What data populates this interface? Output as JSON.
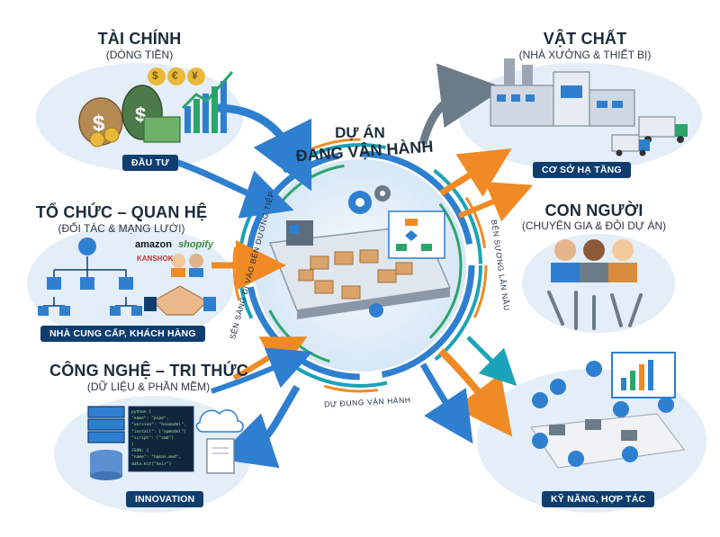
{
  "center": {
    "line1": "DỰ ÁN",
    "line2": "ĐANG VẬN HÀNH"
  },
  "cycle_labels": {
    "left": "SẼN SÀNG ĐI VÀO BÊN DƯỜNG TIẾP",
    "right": "BÊN SƯƠNG LÂN NẦU",
    "bottom": "DỰ ĐUNG VẬN HÀNH"
  },
  "sections": {
    "finance": {
      "title": "TÀI CHÍNH",
      "subtitle": "(DÒNG TIỀN)",
      "badge": "ĐẦU TƯ"
    },
    "organization": {
      "title": "TỔ CHỨC – QUAN HỆ",
      "subtitle": "(ĐỐI TÁC & MẠNG LƯỚI)",
      "badge": "NHÀ CUNG CẤP, KHÁCH HÀNG",
      "logos": [
        "amazon",
        "shopify",
        "KANSHOK"
      ]
    },
    "technology": {
      "title": "CÔNG NGHỆ – TRI THỨC",
      "subtitle": "(DỮ LIỆU & PHẦN MỀM)",
      "badge": "INNOVATION"
    },
    "material": {
      "title": "VẬT CHẤT",
      "subtitle": "(NHÀ XƯỞNG & THIẾT BỊ)",
      "badge": "CƠ SỞ HẠ TẦNG"
    },
    "people": {
      "title": "CON NGƯỜI",
      "subtitle": "(CHUYÊN GIA & ĐỘI DỰ ÁN)"
    },
    "skills": {
      "badge": "KỸ NĂNG, HỢP TÁC"
    }
  },
  "code_lines": [
    "python {",
    "\"name\": \"pipe\",",
    "\"version\": \"hasmodel\",",
    "\"install\": [\"opmodel\"]",
    "\"script\": [\"cmd\"]",
    "}",
    "JSON: {",
    "\"name\": \"hpmas.med\",",
    "data.kit[\"heir\"]"
  ],
  "currency_symbols": [
    "$",
    "€",
    "¥"
  ],
  "colors": {
    "navy": "#0f3e6e",
    "blue": "#2f7fd0",
    "orange": "#f08a24",
    "green": "#2aa56a",
    "teal": "#1aa3b8",
    "bg_blob": "#e3eef8"
  }
}
